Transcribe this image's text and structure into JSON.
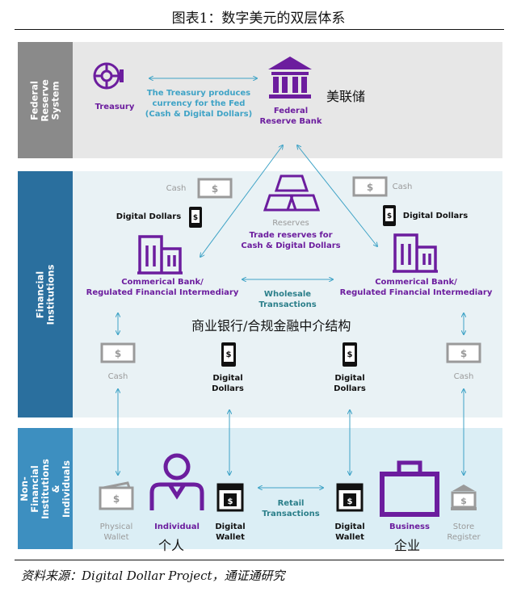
{
  "title": "图表1：数字美元的双层体系",
  "source": "资料来源：Digital Dollar Project，通证通研究",
  "colors": {
    "purple": "#6c1d9e",
    "blue_line": "#3fa3c6",
    "grey": "#9a9a9a",
    "fed_band": "#e7e7e7",
    "fed_side": "#8a8a8a",
    "fin_band": "#e9f2f5",
    "fin_side": "#2a6f9e",
    "nonfin_band": "#dbeef5",
    "nonfin_side": "#3d8fc0"
  },
  "tiers": {
    "fed": {
      "label": "Federal Reserve System"
    },
    "fin": {
      "label": "Financial Institutions"
    },
    "nonfin": {
      "label": "Non-Financial Institutions & Individuals"
    }
  },
  "fed": {
    "treasury": "Treasury",
    "note_line1": "The Treasury produces",
    "note_line2": "currency for the Fed",
    "note_line3": "(Cash & Digital Dollars)",
    "bank_line1": "Federal",
    "bank_line2": "Reserve Bank",
    "bank_cn": "美联储"
  },
  "fin": {
    "cash_left": "Cash",
    "cash_right": "Cash",
    "dd_left": "Digital Dollars",
    "dd_right": "Digital Dollars",
    "reserves": "Reserves",
    "reserves_line1": "Trade reserves for",
    "reserves_line2": "Cash & Digital Dollars",
    "bank_left_line1": "Commerical Bank/",
    "bank_left_line2": "Regulated Financial Intermediary",
    "bank_right_line1": "Commerical Bank/",
    "bank_right_line2": "Regulated Financial Intermediary",
    "wholesale_line1": "Wholesale",
    "wholesale_line2": "Transactions",
    "cn": "商业银行/合规金融中介结构",
    "bottom_cash_left": "Cash",
    "bottom_cash_right": "Cash",
    "bottom_dd_left_line1": "Digital",
    "bottom_dd_left_line2": "Dollars",
    "bottom_dd_right_line1": "Digital",
    "bottom_dd_right_line2": "Dollars"
  },
  "nonfin": {
    "physical_line1": "Physical",
    "physical_line2": "Wallet",
    "individual": "Individual",
    "individual_cn": "个人",
    "dw_left_line1": "Digital",
    "dw_left_line2": "Wallet",
    "retail_line1": "Retail",
    "retail_line2": "Transactions",
    "dw_right_line1": "Digital",
    "dw_right_line2": "Wallet",
    "business": "Business",
    "business_cn": "企业",
    "store_line1": "Store",
    "store_line2": "Register"
  },
  "icons": [
    "treasury-icon",
    "federal-reserve-bank-icon",
    "cash-bill-icon",
    "digital-dollar-phone-icon",
    "reserves-gold-bars-icon",
    "commercial-bank-building-icon",
    "physical-wallet-icon",
    "individual-person-icon",
    "digital-wallet-icon",
    "business-briefcase-icon",
    "store-register-icon"
  ]
}
